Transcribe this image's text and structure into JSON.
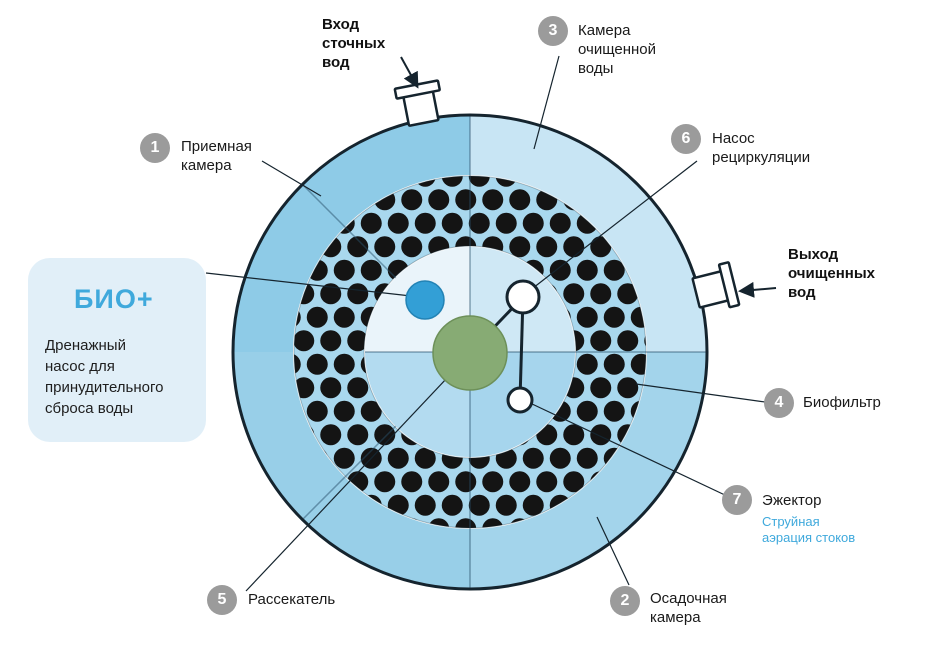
{
  "colors": {
    "accent": "#3fa9dc",
    "badge": "#9b9b9b",
    "tank_outline": "#15242e",
    "outer_tl": "#8ecbe7",
    "outer_tr": "#c8e5f4",
    "outer_br": "#a3d4eb",
    "outer_bl": "#98cfe8",
    "dots_bg": "#a9d8ee",
    "dot": "#141414",
    "inner_tl": "#eaf4fa",
    "inner_tr": "#cfe8f5",
    "inner_br": "#a6d5ed",
    "inner_bl": "#b3dbf0",
    "diffuser_green": "#87ab74",
    "pump_blue": "#339fd6"
  },
  "bio_box": {
    "brand": "БИО+",
    "description": "Дренажный\nнасос для\nпринудительного\nсброса воды"
  },
  "flow": {
    "inlet": "Вход сточных вод",
    "outlet": "Выход очищенных вод"
  },
  "callouts": [
    {
      "num": "1",
      "label": "Приемная камера"
    },
    {
      "num": "2",
      "label": "Осадочная камера"
    },
    {
      "num": "3",
      "label": "Камера очищенной воды"
    },
    {
      "num": "4",
      "label": "Биофильтр"
    },
    {
      "num": "5",
      "label": "Рассекатель"
    },
    {
      "num": "6",
      "label": "Насос рециркуляции"
    },
    {
      "num": "7",
      "label": "Эжектор",
      "sub": "Струйная аэрация стоков"
    }
  ]
}
